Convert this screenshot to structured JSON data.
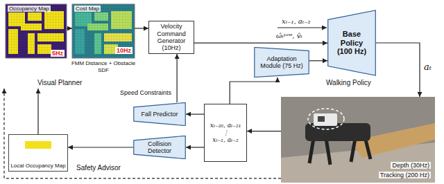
{
  "diagram": {
    "nodes": [
      {
        "text": [
          "Visual Planner"
        ]
      },
      {
        "text": [
          "Occupancy Map",
          "5Hz"
        ],
        "in": 0
      },
      {
        "text": [
          "Cost Map",
          "10Hz",
          "FMM Distance + Obstacle SDF"
        ],
        "in": 0
      },
      {
        "text": [
          "Velocity Command Generator (10Hz)"
        ]
      },
      {
        "text": [
          "Walking Policy"
        ]
      },
      {
        "text": [
          "Base Policy (100 Hz)"
        ],
        "in": 4
      },
      {
        "text": [
          "Adaptation Module (75 Hz)"
        ],
        "in": 4
      },
      {
        "text": [
          "Safety Advisor"
        ]
      },
      {
        "text": [
          "Fall Predictor"
        ],
        "in": 7
      },
      {
        "text": [
          "Collision Detector"
        ],
        "in": 7
      },
      {
        "text": [
          "xₜ₋₂₀, aₜ₋₂₁",
          "⋮",
          "xₜ₋₁, aₜ₋₂"
        ]
      },
      {
        "text": [
          "Local Occupancy Map"
        ]
      },
      {
        "text": [
          "Depth (30Hz)",
          "Tracking (200 Hz)"
        ]
      }
    ],
    "edges": [
      {
        "from": 1,
        "to": 2,
        "arrow": "to"
      },
      {
        "from": 2,
        "to": 3,
        "arrow": "to"
      },
      {
        "from": 3,
        "to": 5,
        "label": "ω̂ₜʸᵃʷ, v̂ₜ",
        "arrow": "to"
      },
      {
        "from": 6,
        "to": 5,
        "arrow": "to"
      },
      {
        "from": 5,
        "to": 12,
        "label": "aₜ",
        "arrow": "to"
      },
      {
        "from": 12,
        "to": 10,
        "arrow": "to"
      },
      {
        "from": 10,
        "to": 8,
        "arrow": "to"
      },
      {
        "from": 10,
        "to": 9,
        "arrow": "to"
      },
      {
        "from": 10,
        "to": 6,
        "arrow": "to"
      },
      {
        "from": 9,
        "to": 11,
        "arrow": "to"
      },
      {
        "from": 11,
        "to": 0,
        "arrow": "to"
      },
      {
        "from": 12,
        "to": 0,
        "arrow": "to"
      },
      {
        "from": 8,
        "to": 3,
        "label": "Speed Constraints",
        "arrow": "to"
      }
    ],
    "labels": [
      "xₜ₋₁, aₜ₋₂"
    ]
  }
}
